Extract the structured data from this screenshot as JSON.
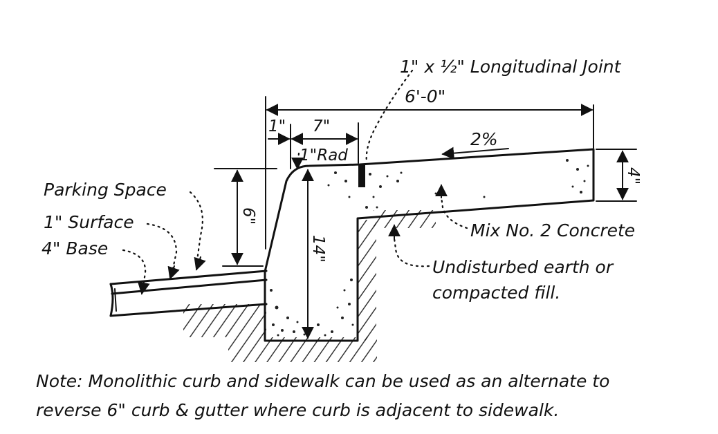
{
  "labels": {
    "joint": "1\" x ½\" Longitudinal Joint",
    "width_6ft": "6'-0\"",
    "dim_1in": "1\"",
    "dim_7in": "7\"",
    "radius": "1\"Rad",
    "slope": "2%",
    "thickness_4in": "4\"",
    "height_6in": "6\"",
    "depth_14in": "14\"",
    "parking_space": "Parking Space",
    "surface": "1\" Surface",
    "base": "4\" Base",
    "concrete": "Mix No. 2 Concrete",
    "earth_line1": "Undisturbed earth or",
    "earth_line2": "compacted fill."
  },
  "note": {
    "line1": "Note: Monolithic curb and sidewalk can be used as an alternate to",
    "line2": "reverse 6\" curb & gutter where curb is adjacent to sidewalk."
  },
  "colors": {
    "ink": "#111111",
    "paper": "#ffffff"
  }
}
